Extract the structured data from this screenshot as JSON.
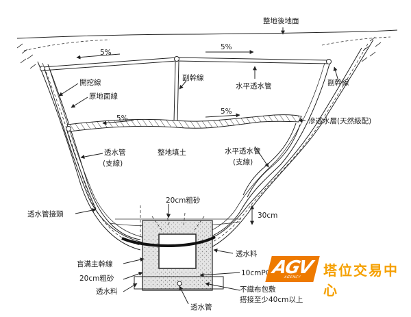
{
  "diagram": {
    "labels": {
      "finished_ground": "整地後地面",
      "excavation_line": "開挖線",
      "original_ground_line": "原地面線",
      "secondary_trunk_center": "副幹線",
      "secondary_trunk_right": "副幹線",
      "horizontal_pipe_top": "水平透水管",
      "permeable_layer": "滲透水層(天然級配)",
      "branch_pipe_left_1": "透水管",
      "branch_pipe_left_2": "(支線)",
      "fill_soil": "整地填土",
      "horizontal_pipe_branch_1": "水平透水管",
      "horizontal_pipe_branch_2": "(支線)",
      "pipe_joint": "透水管接頭",
      "coarse_sand_top": "20cm粗砂",
      "depth_30": "30cm",
      "permeable_material_right": "透水料",
      "blind_ditch_trunk": "盲溝主幹線",
      "coarse_sand_bottom": "20cm粗砂",
      "permeable_material_left": "透水料",
      "pc_10cm": "10cmPC",
      "pipe_bottom": "透水管",
      "geotextile_1": "不織布包敷",
      "geotextile_2": "搭接至少40cm以上"
    },
    "slopes": [
      "5%",
      "5%",
      "5%",
      "5%"
    ]
  },
  "watermark": {
    "logo": "AGV",
    "logo_sub": "AGENCY",
    "text": "塔位交易中心",
    "color": "#f5a000"
  }
}
